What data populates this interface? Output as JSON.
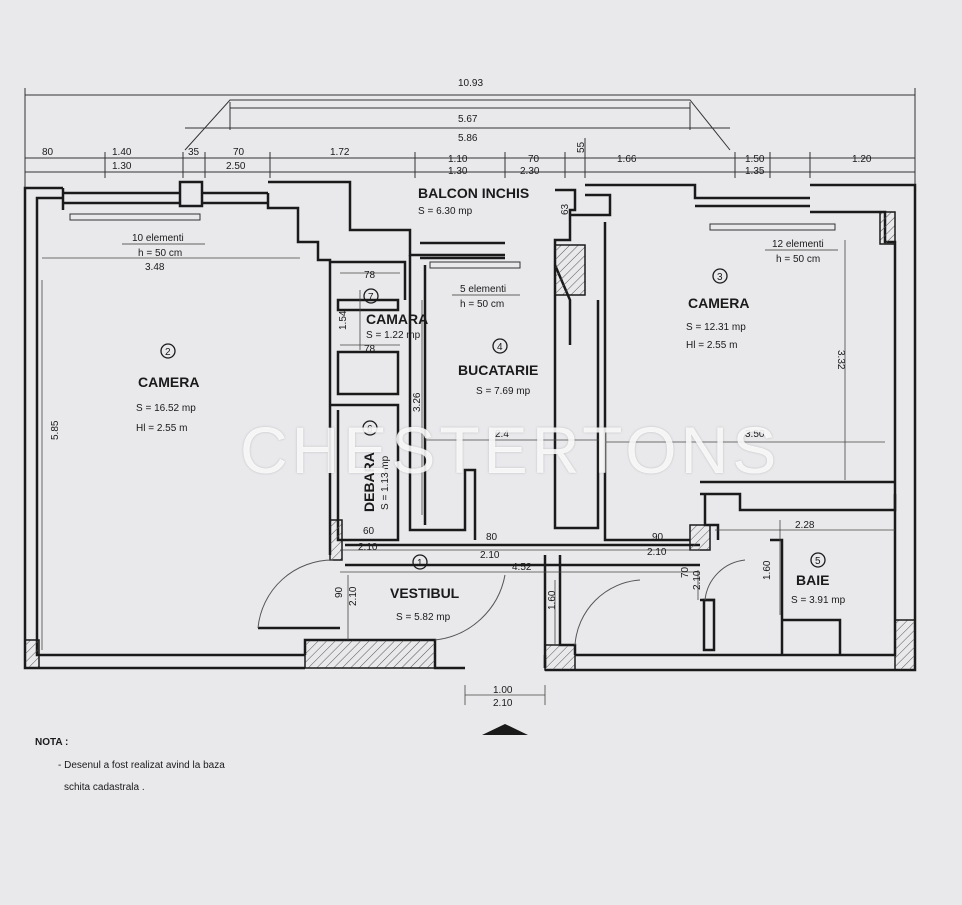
{
  "dimensions": {
    "top_total": "10.93",
    "balcony_outer": "5.67",
    "balcony_inner": "5.86",
    "left_wall": "80",
    "left_window_a": "1.40",
    "left_window_b": "1.30",
    "pillar": "35",
    "w70a": "70",
    "w250": "2.50",
    "w172": "1.72",
    "w110": "1.10",
    "w130": "1.30",
    "w70b": "70",
    "w230": "2.30",
    "w55": "55",
    "w166": "1.66",
    "w150": "1.50",
    "w135": "1.35",
    "w120": "1.20",
    "room2_depth": "5.85",
    "room2_width": "3.48",
    "room3_depth": "3.32",
    "camara_w_top": "78",
    "camara_h": "1.54",
    "camara_w_bottom": "78",
    "kitchen_h": "3.26",
    "kitchen_w": "2.4",
    "room3_width": "3.50",
    "bath_w": "2.28",
    "bath_h": "1.60",
    "d60": "60",
    "d210a": "2.10",
    "d80": "80",
    "d210b": "2.10",
    "d90": "90",
    "d210c": "2.10",
    "hall_w": "4.52",
    "hall_h1": "2.10",
    "hall_h2": "90",
    "hall_h3": "1.60",
    "bath_door_a": "70",
    "bath_door_b": "2.10",
    "entry_w": "1.00",
    "entry_h": "2.10",
    "balcony_side": "63"
  },
  "rooms": {
    "balcon": {
      "name": "BALCON INCHIS",
      "area": "S = 6.30 mp"
    },
    "r2": {
      "num": "2",
      "name": "CAMERA",
      "area": "S = 16.52 mp",
      "height": "Hl = 2.55 m"
    },
    "r3": {
      "num": "3",
      "name": "CAMERA",
      "area": "S = 12.31 mp",
      "height": "Hl = 2.55 m"
    },
    "r4": {
      "num": "4",
      "name": "BUCATARIE",
      "area": "S = 7.69 mp"
    },
    "r5": {
      "num": "5",
      "name": "BAIE",
      "area": "S = 3.91 mp"
    },
    "r7": {
      "num": "7",
      "name": "CAMARA",
      "area": "S = 1.22 mp"
    },
    "r6": {
      "num": "6",
      "name": "DEBARA",
      "area": "S = 1.13 mp"
    },
    "r1": {
      "num": "1",
      "name": "VESTIBUL",
      "area": "S = 5.82 mp"
    }
  },
  "radiators": {
    "left": {
      "count": "10 elementi",
      "h": "h = 50 cm"
    },
    "kitchen": {
      "count": "5 elementi",
      "h": "h = 50 cm"
    },
    "right": {
      "count": "12 elementi",
      "h": "h = 50 cm"
    }
  },
  "nota": {
    "title": "NOTA :",
    "line1": "- Desenul a fost realizat avind la baza",
    "line2": "schita cadastrala ."
  },
  "watermark": "CHESTERTONS",
  "colors": {
    "wall": "#1a1a1a",
    "paper": "#e9e9ec",
    "hatch": "#444444"
  }
}
